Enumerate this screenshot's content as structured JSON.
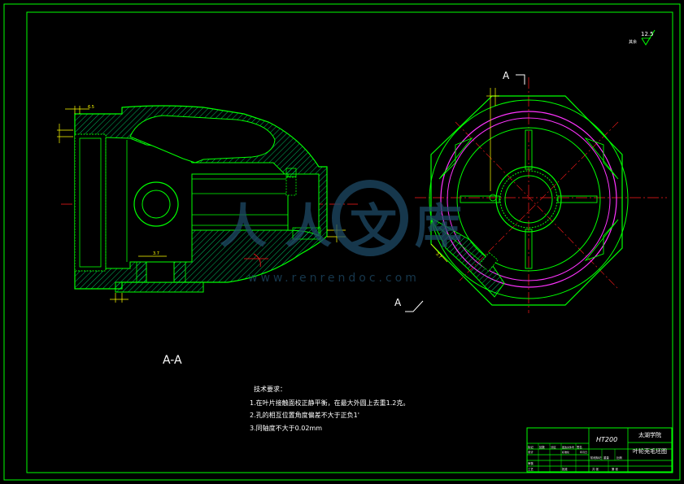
{
  "colors": {
    "outline": "#00ff00",
    "hatch": "#00e676",
    "dimension": "#ffff00",
    "centerline": "#ff1a1a",
    "hidden": "#ff33ff",
    "text": "#ffffff",
    "background": "#000000",
    "watermark": "#1e4a66"
  },
  "drawing": {
    "section_label": "A-A",
    "cut_label_top": "A",
    "cut_label_bottom": "A",
    "dim_6_5": "6.5",
    "dim_3_7": "3.7",
    "dim_3_7_b": "3.7"
  },
  "roughness": {
    "value": "12.5",
    "note": "其余"
  },
  "tech_requirements": {
    "title": "技术要求：",
    "items": [
      "1.在叶片接触面校正静平衡，在最大外圆上去重1.2克。",
      "2.孔的相互位置角度偏差不大于正负1'",
      "3.同轴度不大于0.02mm"
    ]
  },
  "title_block": {
    "material": "HT200",
    "school": "太湖学院",
    "part_name": "叶轮壳毛坯图",
    "labels": [
      "标记",
      "处数",
      "分区",
      "更改文件号",
      "签名",
      "年月日"
    ],
    "label_design": "设计",
    "label_standard": "标准化",
    "label_audit": "审核",
    "label_craft": "工艺",
    "label_approve": "批准",
    "label_stage": "阶段标记",
    "label_weight": "重量",
    "label_ratio": "比例",
    "label_total": "共 张",
    "label_sheet": "第 张"
  },
  "watermark": {
    "text": "人人文库",
    "url": "www.renrendoc.com"
  }
}
